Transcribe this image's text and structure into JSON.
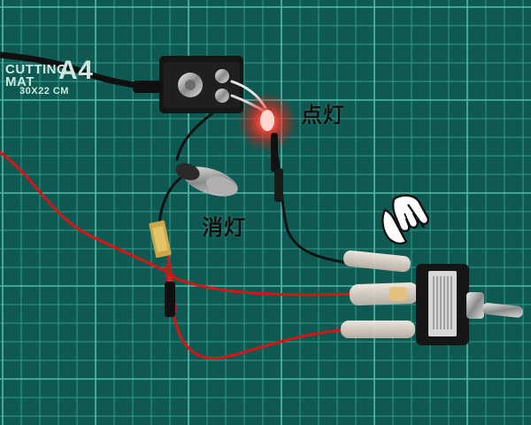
{
  "annotations": {
    "on_label": "点灯",
    "off_label": "消灯"
  },
  "mat": {
    "title": "CUTTING MAT",
    "size": "A4",
    "dimensions": "30X22 CM"
  },
  "colors": {
    "mat": "#0e5a52",
    "grid": "#3aa595",
    "led_glow": "#ff2a1f",
    "red_wire": "#d81414",
    "black_wire": "#121212"
  }
}
